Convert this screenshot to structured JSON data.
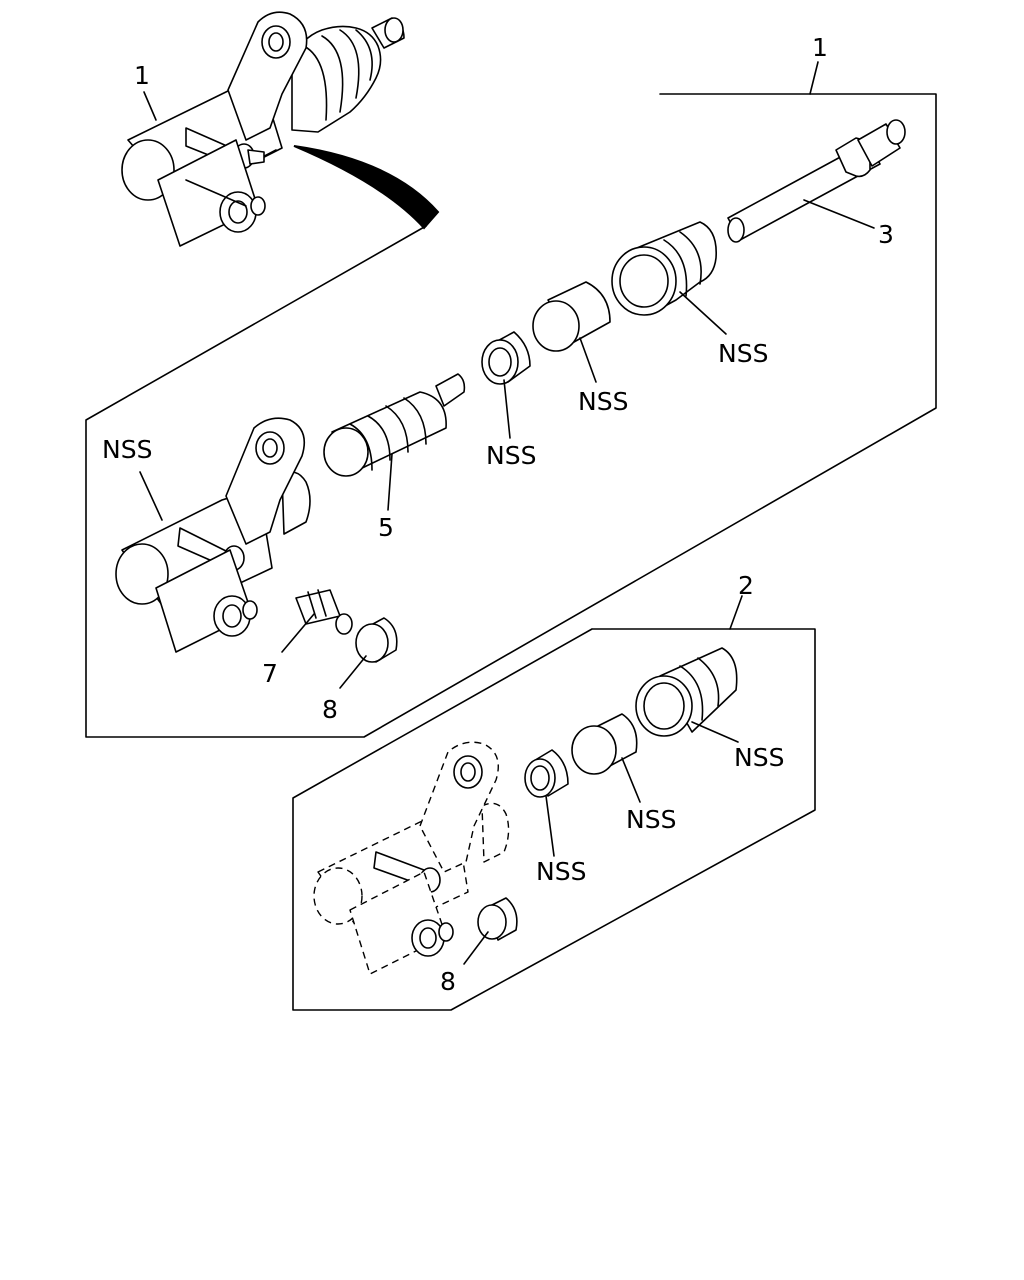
{
  "labels": {
    "top_item": "1",
    "kit_1": "1",
    "kit_2": "2",
    "rod": "3",
    "spring": "5",
    "valve": "7",
    "cap_kit_1": "8",
    "cap_kit_2": "8",
    "nss": "NSS"
  }
}
